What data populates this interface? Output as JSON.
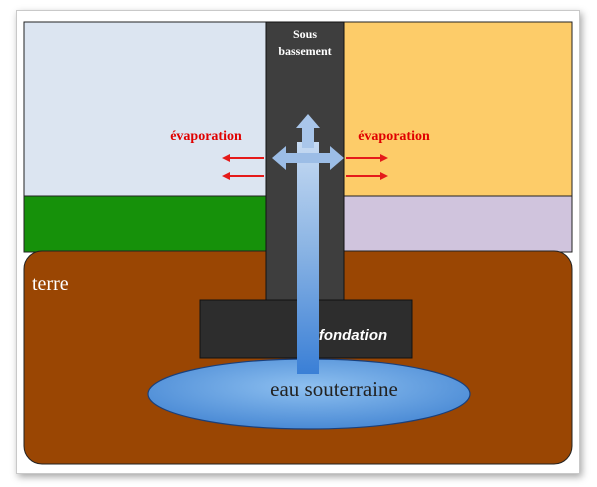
{
  "labels": {
    "sous_sol_line1": "Sous",
    "sous_sol_line2": "bassement",
    "evaporation_left": "évaporation",
    "evaporation_right": "évaporation",
    "terre": "terre",
    "fondation": "fondation",
    "eau": "eau souterraine"
  },
  "colors": {
    "sky": "#dce5f1",
    "interior": "#fdcc69",
    "grass": "#16910a",
    "floor": "#d0c4dd",
    "soil": "#9a4603",
    "wall": "#3e3e3e",
    "footing": "#2d2d2d",
    "water": "#5e9bde",
    "arrow": "#e51a1a",
    "label_red": "#e00000"
  }
}
